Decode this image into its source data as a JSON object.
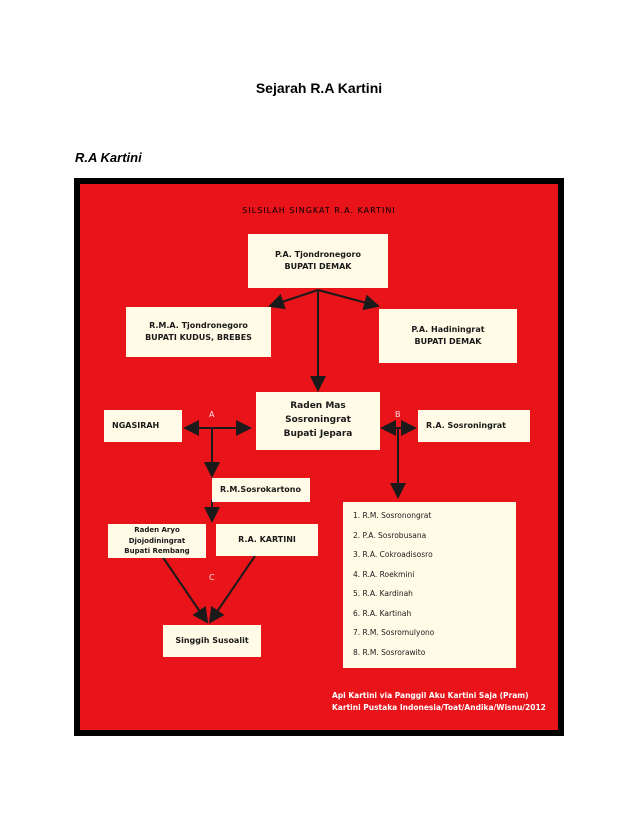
{
  "document": {
    "title": "Sejarah R.A Kartini",
    "subtitle": "R.A Kartini"
  },
  "figure": {
    "title": "SILSILAH SINGKAT R.A. KARTINI",
    "background_color": "#e8141a",
    "box_color": "#fffbe6",
    "nodes": {
      "tjondronegoro": [
        "P.A. Tjondronegoro",
        "BUPATI DEMAK"
      ],
      "rma": [
        "R.M.A. Tjondronegoro",
        "BUPATI KUDUS, BREBES"
      ],
      "hadiningrat": [
        "P.A. Hadiningrat",
        "BUPATI DEMAK"
      ],
      "sosroningrat": [
        "Raden Mas Sosroningrat",
        "Bupati Jepara"
      ],
      "ngasirah": "NGASIRAH",
      "ra_sosroningrat": "R.A. Sosroningrat",
      "sosrokartono": "R.M.Sosrokartono",
      "djojodiningrat": [
        "Raden Aryo Djojodiningrat",
        "Bupati Rembang"
      ],
      "kartini": "R.A. KARTINI",
      "singgih": "Singgih Susoalit"
    },
    "letters": [
      "A",
      "B",
      "C"
    ],
    "children": [
      "1. R.M. Sosronongrat",
      "2. P.A. Sosrobusana",
      "3. R.A. Cokroadisosro",
      "4. R.A. Roekmini",
      "5. R.A. Kardinah",
      "6. R.A. Kartinah",
      "7. R.M. Sosromulyono",
      "8. R.M. Sosrorawito"
    ],
    "credit": [
      "Api Kartini via Panggil Aku Kartini Saja (Pram)",
      "Kartini Pustaka Indonesia/Toat/Andika/Wisnu/2012"
    ]
  }
}
